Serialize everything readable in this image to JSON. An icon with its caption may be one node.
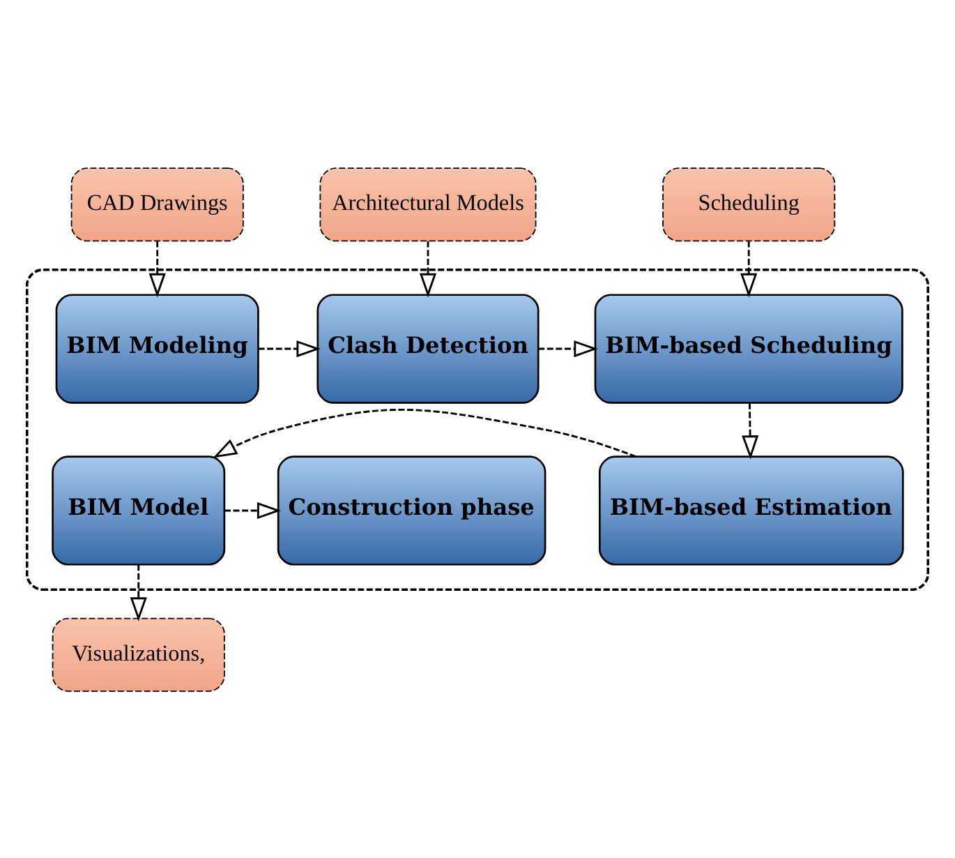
{
  "diagram": {
    "nodes": [
      {
        "text": [
          "CAD Drawings"
        ]
      },
      {
        "text": [
          "Architectural Models"
        ]
      },
      {
        "text": [
          "Scheduling"
        ]
      },
      {
        "text": [],
        "shape": "box"
      },
      {
        "text": [
          "BIM Modeling"
        ],
        "in": 3
      },
      {
        "text": [
          "Clash Detection"
        ],
        "in": 3
      },
      {
        "text": [
          "BIM-based Scheduling"
        ],
        "in": 3
      },
      {
        "text": [
          "Construction phase"
        ],
        "in": 3
      },
      {
        "text": [
          "BIM Model"
        ],
        "in": 3
      },
      {
        "text": [
          "BIM-based Estimation"
        ],
        "in": 3
      },
      {
        "text": [
          "Visualizations,"
        ]
      }
    ],
    "edges": [
      {
        "from": 0,
        "to": 4,
        "arrow": "to",
        "style": "dashed"
      },
      {
        "from": 1,
        "to": 5,
        "arrow": "to",
        "style": "dashed"
      },
      {
        "from": 2,
        "to": 6,
        "arrow": "to",
        "style": "dashed"
      },
      {
        "from": 4,
        "to": 5,
        "arrow": "to",
        "style": "dashed"
      },
      {
        "from": 5,
        "to": 6,
        "arrow": "to",
        "style": "dashed"
      },
      {
        "from": 6,
        "to": 9,
        "arrow": "to",
        "style": "dashed"
      },
      {
        "from": 9,
        "to": 8,
        "arrow": "to",
        "style": "dashed"
      },
      {
        "from": 8,
        "to": 7,
        "arrow": "to",
        "style": "dashed"
      },
      {
        "from": 8,
        "to": 10,
        "arrow": "to",
        "style": "dashed"
      }
    ]
  }
}
